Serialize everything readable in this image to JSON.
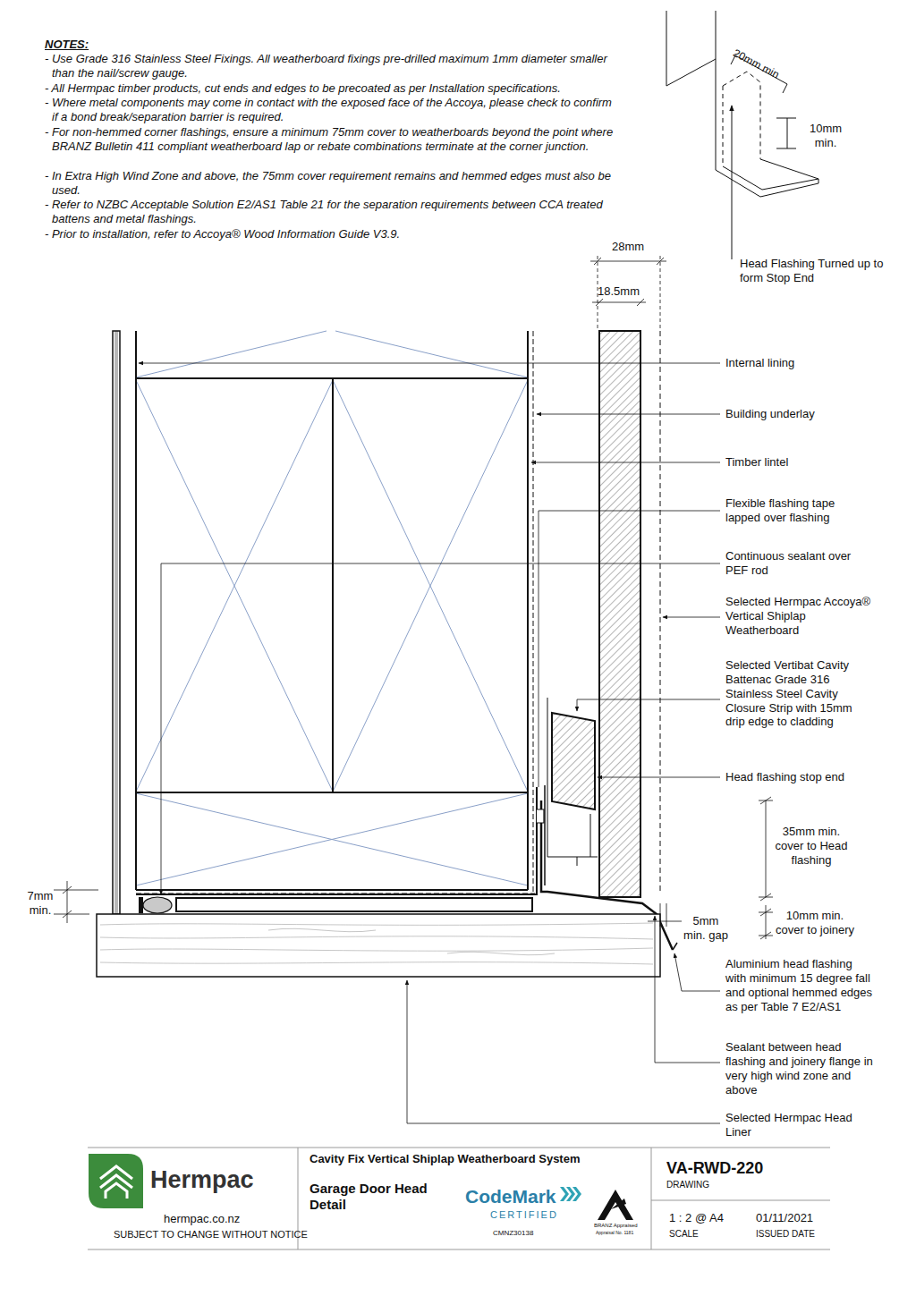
{
  "diagram": {
    "labels": [
      "NOTES:",
      "- Use Grade 316 Stainless Steel Fixings. All weatherboard fixings pre-drilled maximum 1mm diameter smaller than the nail/screw gauge.",
      "- All Hermpac timber products, cut ends and edges to be precoated as per Installation specifications.",
      "- Where metal components may come in contact with the exposed face of the Accoya, please check to confirm if a bond break/separation barrier is required.",
      "- For non-hemmed corner flashings, ensure a minimum 75mm cover to weatherboards beyond the point where BRANZ Bulletin 411 compliant weatherboard lap or rebate combinations terminate at the corner junction.",
      "- In Extra High Wind Zone and above, the 75mm cover requirement remains and hemmed edges must also be used.",
      "- Refer to NZBC Acceptable Solution E2/AS1 Table 21 for the separation requirements between CCA treated battens and metal flashings.",
      "- Prior to installation, refer to Accoya® Wood Information Guide V3.9.",
      "20mm min",
      "10mm min.",
      "Head Flashing Turned up to form Stop End",
      "28mm",
      "18.5mm",
      "Internal lining",
      "Building underlay",
      "Timber lintel",
      "Flexible flashing tape lapped over flashing",
      "Continuous sealant over PEF rod",
      "Selected Hermpac Accoya® Vertical Shiplap Weatherboard",
      "Selected Vertibat Cavity Battenac Grade 316 Stainless Steel Cavity Closure Strip with 15mm drip edge to cladding",
      "Head flashing stop end",
      "35mm min. cover to Head flashing",
      "10mm min. cover to joinery",
      "5mm min. gap",
      "7mm min.",
      "Aluminium head flashing with minimum 15 degree fall and optional hemmed edges as per Table 7 E2/AS1",
      "Sealant between head flashing and joinery flange in very high wind zone and above",
      "Selected Hermpac Head Liner",
      "Hermpac",
      "hermpac.co.nz",
      "SUBJECT TO CHANGE WITHOUT NOTICE",
      "Cavity Fix Vertical Shiplap Weatherboard System",
      "Garage Door Head Detail",
      "CodeMark",
      "CERTIFIED",
      "CMNZ30138",
      "BRANZ Appraised",
      "Appraisal No. 1181",
      "VA-RWD-220",
      "DRAWING",
      "1 : 2 @ A4",
      "SCALE",
      "01/11/2021",
      "ISSUED DATE"
    ]
  }
}
